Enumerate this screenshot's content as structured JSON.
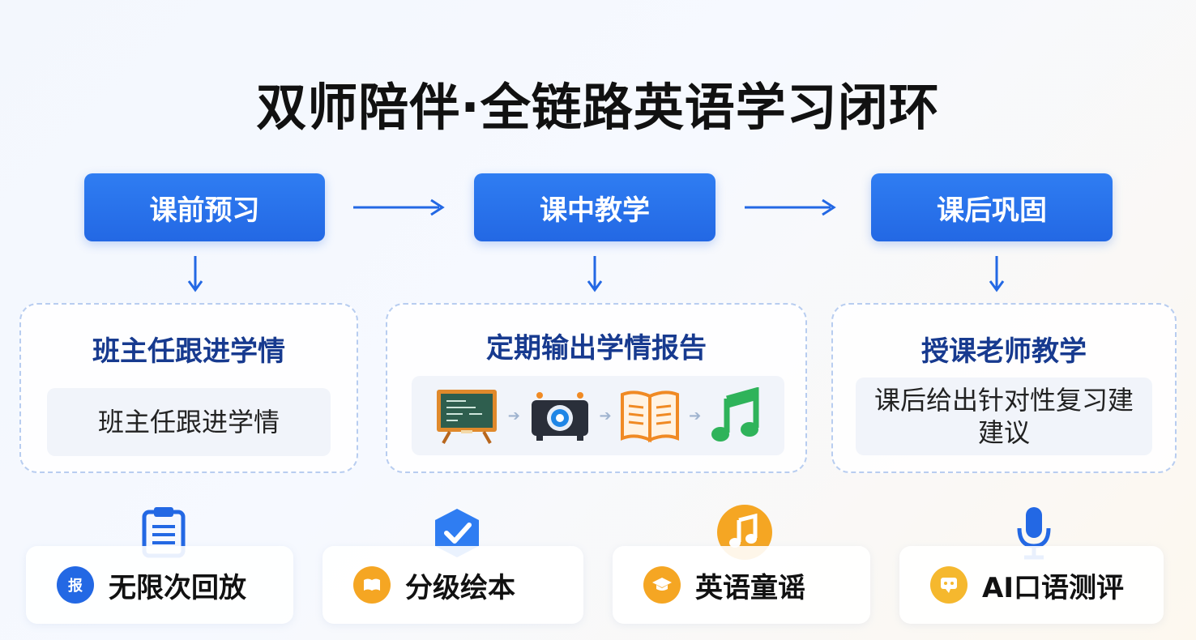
{
  "title": "双师陪伴·全链路英语学习闭环",
  "stages": [
    {
      "label": "课前预习"
    },
    {
      "label": "课中教学"
    },
    {
      "label": "课后巩固"
    }
  ],
  "cards": [
    {
      "title": "班主任跟进学情",
      "body": "班主任跟进学情"
    },
    {
      "title": "定期输出学情报告",
      "flow_icons": [
        "blackboard-icon",
        "projector-icon",
        "book-icon",
        "music-note-icon"
      ]
    },
    {
      "title": "授课老师教学",
      "body_line1": "课后给出针对性复习建",
      "body_line2": "建议"
    }
  ],
  "features": [
    {
      "label": "无限次回放",
      "badge_text": "报",
      "top_icon": "clipboard-icon",
      "badge_color": "#2368e4"
    },
    {
      "label": "分级绘本",
      "badge_icon": "reading-icon",
      "top_icon": "check-badge-icon",
      "badge_color": "#f5a623"
    },
    {
      "label": "英语童谣",
      "badge_icon": "graduation-cap-icon",
      "top_icon": "music-disc-icon",
      "badge_color": "#f5a623"
    },
    {
      "label": "AI口语测评",
      "badge_icon": "chat-bot-icon",
      "top_icon": "microphone-icon",
      "badge_color": "#f5b82e"
    }
  ],
  "colors": {
    "primary": "#2368e4",
    "card_title": "#173a8f",
    "orange": "#f5a623",
    "green": "#2fb35a"
  }
}
